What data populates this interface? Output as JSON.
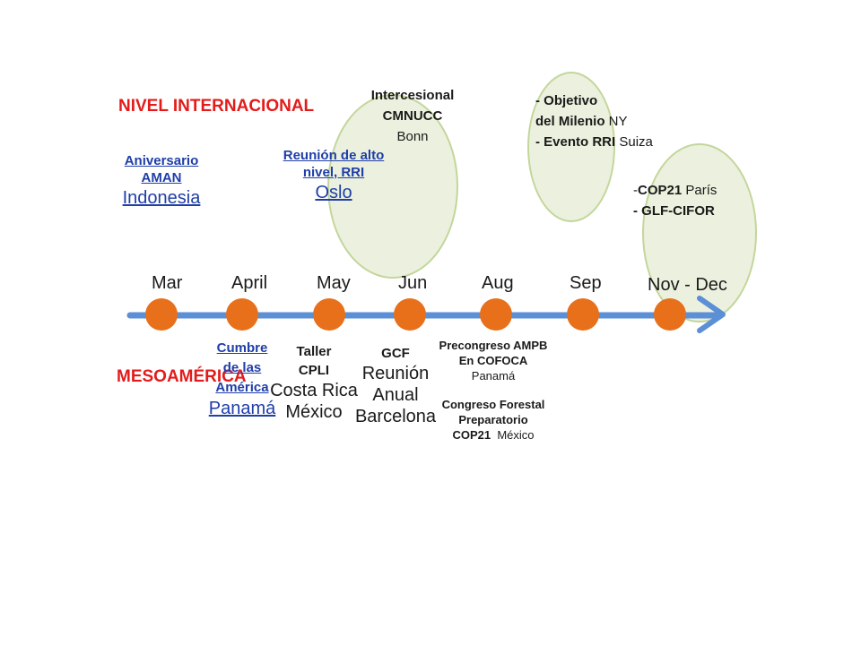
{
  "sections": {
    "international": "NIVEL INTERNACIONAL",
    "mesoamerica": "MESOAMÉRICA"
  },
  "months": [
    "Mar",
    "April",
    "May",
    "Jun",
    "Aug",
    "Sep",
    "Nov - Dec"
  ],
  "colors": {
    "timeline": "#5b8fd6",
    "milestone": "#e8701a",
    "section": "#e31b1b",
    "link": "#1f3ea8",
    "blob_fill": "#ebf1de",
    "blob_border": "#c3d69b"
  },
  "international_events": {
    "aman": {
      "line1": "Aniversario",
      "line2": "AMAN",
      "place": "Indonesia"
    },
    "oslo": {
      "line1": "Reunión de alto",
      "line2": "nivel, RRI",
      "place": "Oslo"
    },
    "bonn": {
      "line1": "Intercesional",
      "line2": "CMNUCC",
      "place": "Bonn"
    },
    "ny": {
      "l1": "- Objetivo",
      "l2_bold": "del Milenio",
      "l2_place": " NY",
      "l3_bold": "- Evento RRI",
      "l3_place": " Suiza"
    },
    "cop": {
      "l1_dash": "-",
      "l1_bold": "COP21",
      "l1_place": " París",
      "l2": "- GLF-CIFOR"
    }
  },
  "meso_events": {
    "cumbre": {
      "l1": "Cumbre",
      "l2": "de las",
      "l3": "América",
      "place": "Panamá"
    },
    "taller": {
      "l1": "Taller",
      "l2": "CPLI",
      "place1": "Costa Rica",
      "place2": "México"
    },
    "gcf": {
      "l1": "GCF",
      "l2": "Reunión",
      "l3": "Anual",
      "l4": "Barcelona"
    },
    "precongreso": {
      "l1": "Precongreso AMPB",
      "l2": "En COFOCA",
      "l3": "Panamá"
    },
    "congreso": {
      "l1": "Congreso Forestal",
      "l2": "Preparatorio",
      "l3_bold": "COP21",
      "l3_place": "  México"
    }
  }
}
